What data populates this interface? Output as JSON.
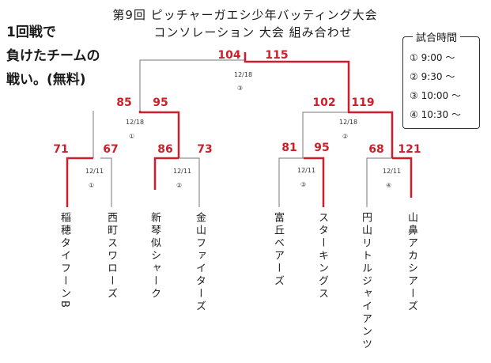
{
  "header": {
    "title_line1": "第9回 ピッチャーガエシ少年バッティング大会",
    "title_line2": "コンソレーション 大会 組み合わせ"
  },
  "note": {
    "line1": "1回戦で",
    "line2": "負けたチームの",
    "line3": "戦い。(無料)"
  },
  "schedule": {
    "title": "試合時間",
    "items": [
      "① 9:00 〜",
      "② 9:30 〜",
      "③ 10:00 〜",
      "④ 10:30 〜"
    ]
  },
  "teams": [
    {
      "name": "稲穂タイフーンB"
    },
    {
      "name": "西町スワローズ"
    },
    {
      "name": "新琴似シャーク"
    },
    {
      "name": "金山ファイターズ"
    },
    {
      "name": "富丘ベアーズ"
    },
    {
      "name": "スターキングス"
    },
    {
      "name": "円山リトルジャイアンツ"
    },
    {
      "name": "山鼻アカシアーズ"
    }
  ],
  "matches": [
    {
      "id": "r1m1",
      "info_date": "12/11",
      "info_no": "①",
      "score_left": "71",
      "score_right": "67"
    },
    {
      "id": "r1m2",
      "info_date": "12/11",
      "info_no": "②",
      "score_left": "86",
      "score_right": "73"
    },
    {
      "id": "r1m3",
      "info_date": "12/11",
      "info_no": "③",
      "score_left": "81",
      "score_right": "95"
    },
    {
      "id": "r1m4",
      "info_date": "12/11",
      "info_no": "④",
      "score_left": "68",
      "score_right": "121"
    },
    {
      "id": "sf1",
      "info_date": "12/18",
      "info_no": "①",
      "score_left": "85",
      "score_right": "95"
    },
    {
      "id": "sf2",
      "info_date": "12/18",
      "info_no": "②",
      "score_left": "102",
      "score_right": "119"
    },
    {
      "id": "final",
      "info_date": "12/18",
      "info_no": "③",
      "score_left": "104",
      "score_right": "115"
    }
  ],
  "colors": {
    "winner_line": "#cc1f2b",
    "line": "#777777"
  }
}
